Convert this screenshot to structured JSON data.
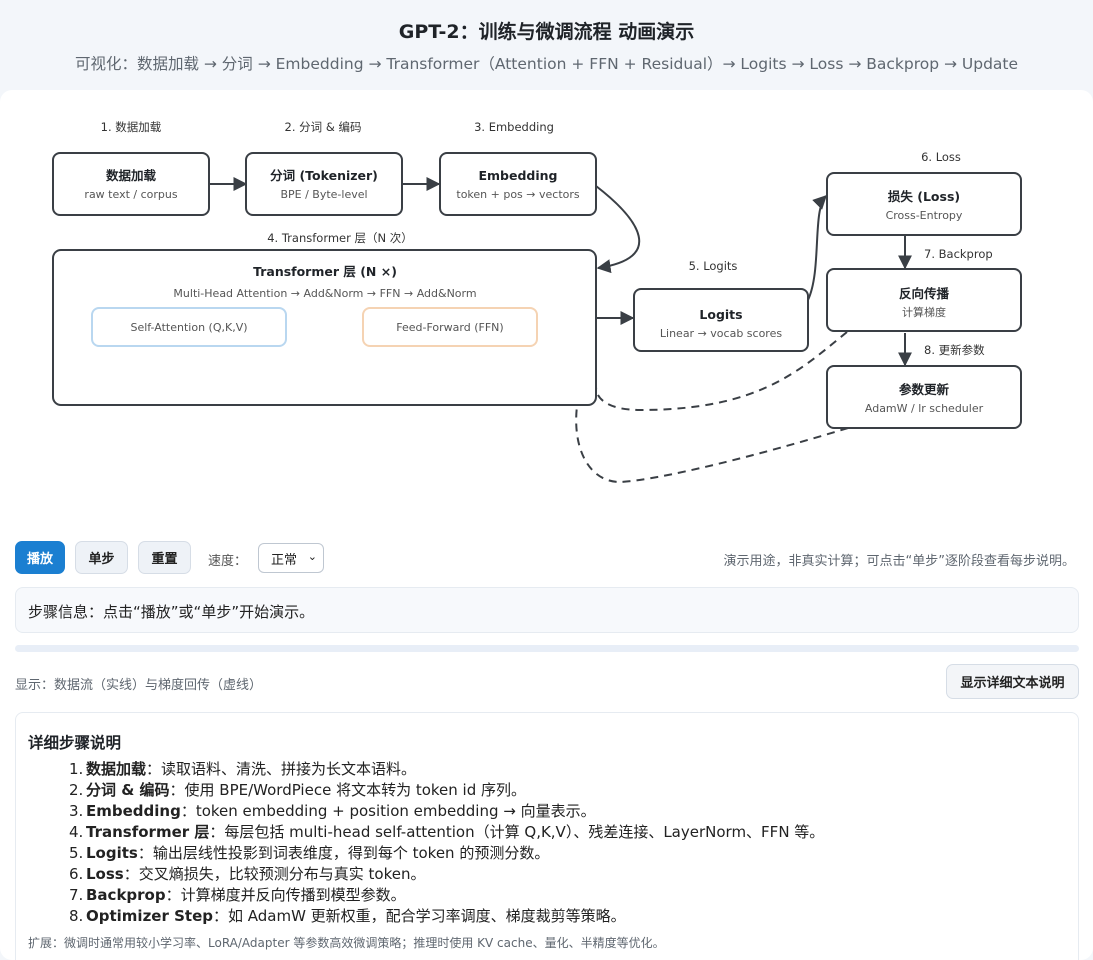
{
  "header": {
    "title": "GPT-2：训练与微调流程 动画演示",
    "subtitle": "可视化：数据加载 → 分词 → Embedding → Transformer（Attention + FFN + Residual）→ Logits → Loss → Backprop → Update"
  },
  "diagram": {
    "stage_labels": {
      "s1": "1. 数据加载",
      "s2": "2. 分词 & 编码",
      "s3": "3. Embedding",
      "s4": "4. Transformer 层（N 次）",
      "s5": "5. Logits",
      "s6": "6. Loss",
      "s7": "7. Backprop",
      "s8": "8. 更新参数"
    },
    "nodes": {
      "data": {
        "title": "数据加载",
        "sub": "raw text / corpus"
      },
      "tokenizer": {
        "title": "分词 (Tokenizer)",
        "sub": "BPE / Byte-level"
      },
      "embedding": {
        "title": "Embedding",
        "sub": "token + pos → vectors"
      },
      "transformer": {
        "title": "Transformer 层 (N ×)",
        "sub": "Multi-Head Attention → Add&Norm → FFN → Add&Norm",
        "attn": "Self-Attention (Q,K,V)",
        "ffn": "Feed-Forward (FFN)"
      },
      "logits": {
        "title": "Logits",
        "sub": "Linear → vocab scores"
      },
      "loss": {
        "title": "损失 (Loss)",
        "sub": "Cross-Entropy"
      },
      "backprop": {
        "title": "反向传播",
        "sub": "计算梯度"
      },
      "update": {
        "title": "参数更新",
        "sub": "AdamW / lr scheduler"
      }
    },
    "colors": {
      "attn_border": "#b9d7f0",
      "ffn_border": "#f5d3b3",
      "node_border": "#3a3f45",
      "arrow": "#3a3f45"
    }
  },
  "controls": {
    "play_label": "播放",
    "step_label": "单步",
    "reset_label": "重置",
    "speed_label": "速度：",
    "speed_value": "正常",
    "hint": "演示用途，非真实计算；可点击“单步”逐阶段查看每步说明。"
  },
  "step_info": "步骤信息：点击“播放”或“单步”开始演示。",
  "progress": 0,
  "legend": "显示：数据流（实线）与梯度回传（虚线）",
  "detail_button_label": "显示详细文本说明",
  "details": {
    "title": "详细步骤说明",
    "items": [
      {
        "num": "1.",
        "term": "数据加载",
        "text": "：读取语料、清洗、拼接为长文本语料。"
      },
      {
        "num": "2.",
        "term": "分词 & 编码",
        "text": "：使用 BPE/WordPiece 将文本转为 token id 序列。"
      },
      {
        "num": "3.",
        "term": "Embedding",
        "text": "：token embedding + position embedding → 向量表示。"
      },
      {
        "num": "4.",
        "term": "Transformer 层",
        "text": "：每层包括 multi-head self-attention（计算 Q,K,V）、残差连接、LayerNorm、FFN 等。"
      },
      {
        "num": "5.",
        "term": "Logits",
        "text": "：输出层线性投影到词表维度，得到每个 token 的预测分数。"
      },
      {
        "num": "6.",
        "term": "Loss",
        "text": "：交叉熵损失，比较预测分布与真实 token。"
      },
      {
        "num": "7.",
        "term": "Backprop",
        "text": "：计算梯度并反向传播到模型参数。"
      },
      {
        "num": "8.",
        "term": "Optimizer Step",
        "text": "：如 AdamW 更新权重，配合学习率调度、梯度裁剪等策略。"
      }
    ],
    "extra": "扩展：微调时通常用较小学习率、LoRA/Adapter 等参数高效微调策略；推理时使用 KV cache、量化、半精度等优化。"
  }
}
